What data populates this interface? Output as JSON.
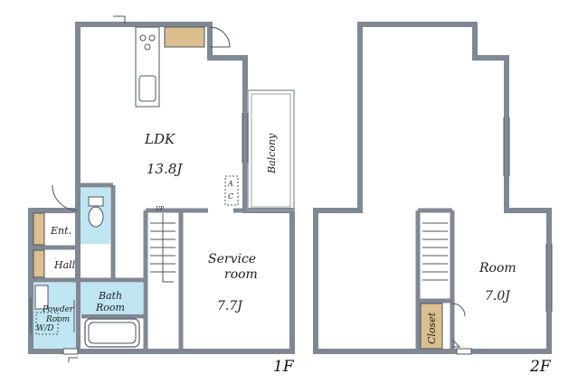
{
  "floor_1": {
    "label": "1F",
    "rooms": {
      "ldk": "LDK",
      "ldk_size": "13.8J",
      "balcony": "Balcony",
      "ac_a": "A",
      "ac_c": "C",
      "up": "UP",
      "service_room": "Service",
      "service_room_2": "room",
      "service_size": "7.7J",
      "entrance": "Ent.",
      "hall": "Hall",
      "bath": "Bath",
      "bath_2": "Room",
      "powder": "Powder",
      "powder_2": "Room",
      "wd": "W/D"
    }
  },
  "floor_2": {
    "label": "2F",
    "rooms": {
      "room": "Room",
      "room_size": "7.0J",
      "closet": "Closet"
    }
  },
  "colors": {
    "wall": "#7f8893",
    "wall_edge": "#4c5560",
    "water": "#bfe6f2",
    "wood": "#dcbf8e"
  }
}
